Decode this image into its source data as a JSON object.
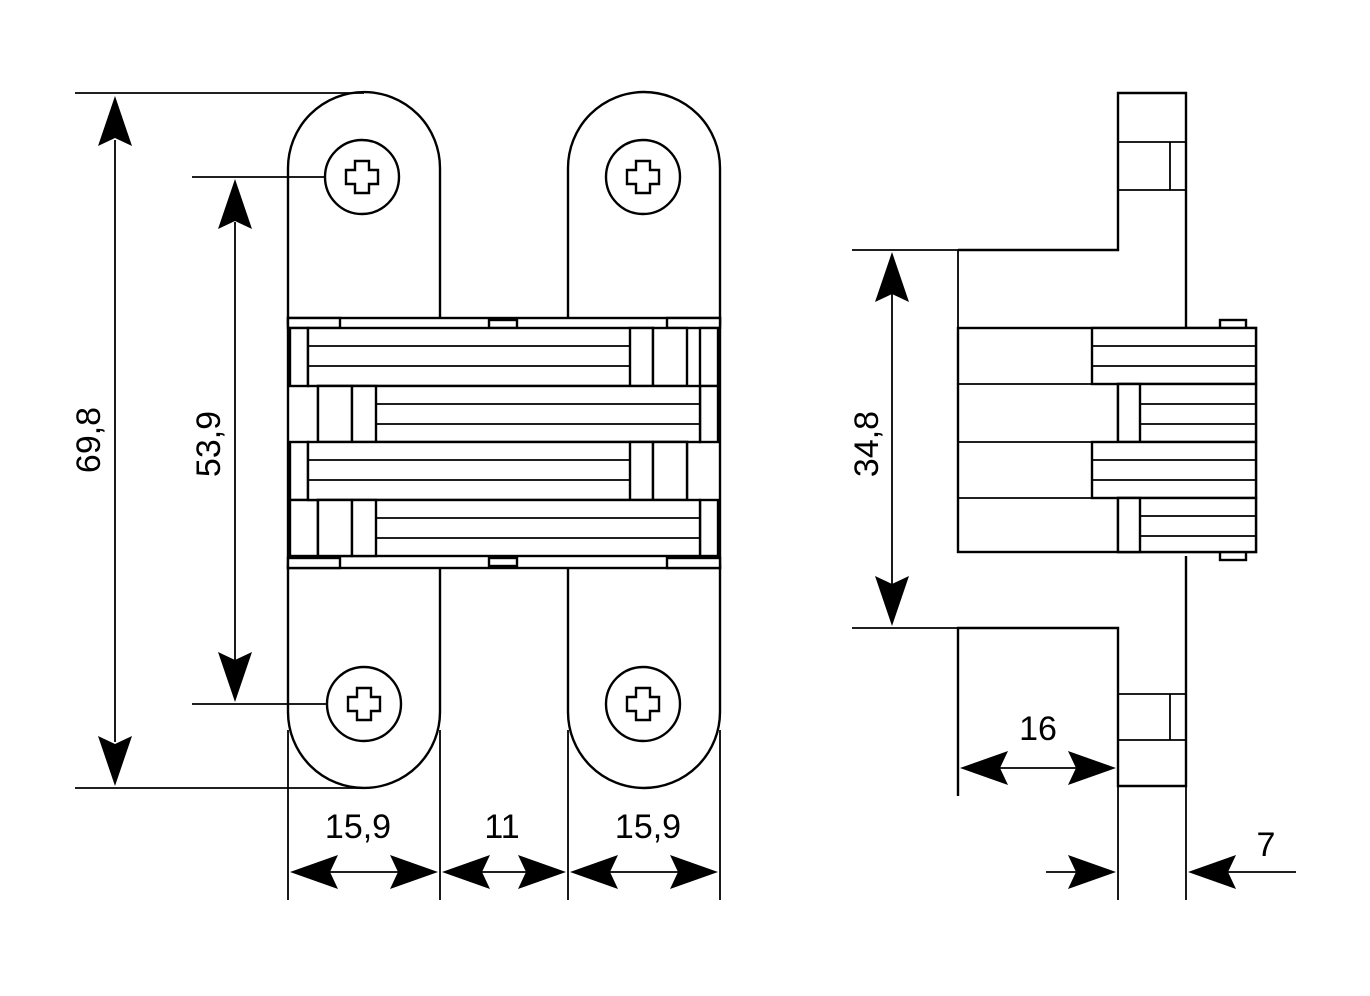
{
  "dimensions": {
    "overall_height": "69,8",
    "screw_spacing": "53,9",
    "body_height": "34,8",
    "left_leaf_width": "15,9",
    "gap_width": "11",
    "right_leaf_width": "15,9",
    "side_depth": "16",
    "flange_thickness": "7"
  }
}
